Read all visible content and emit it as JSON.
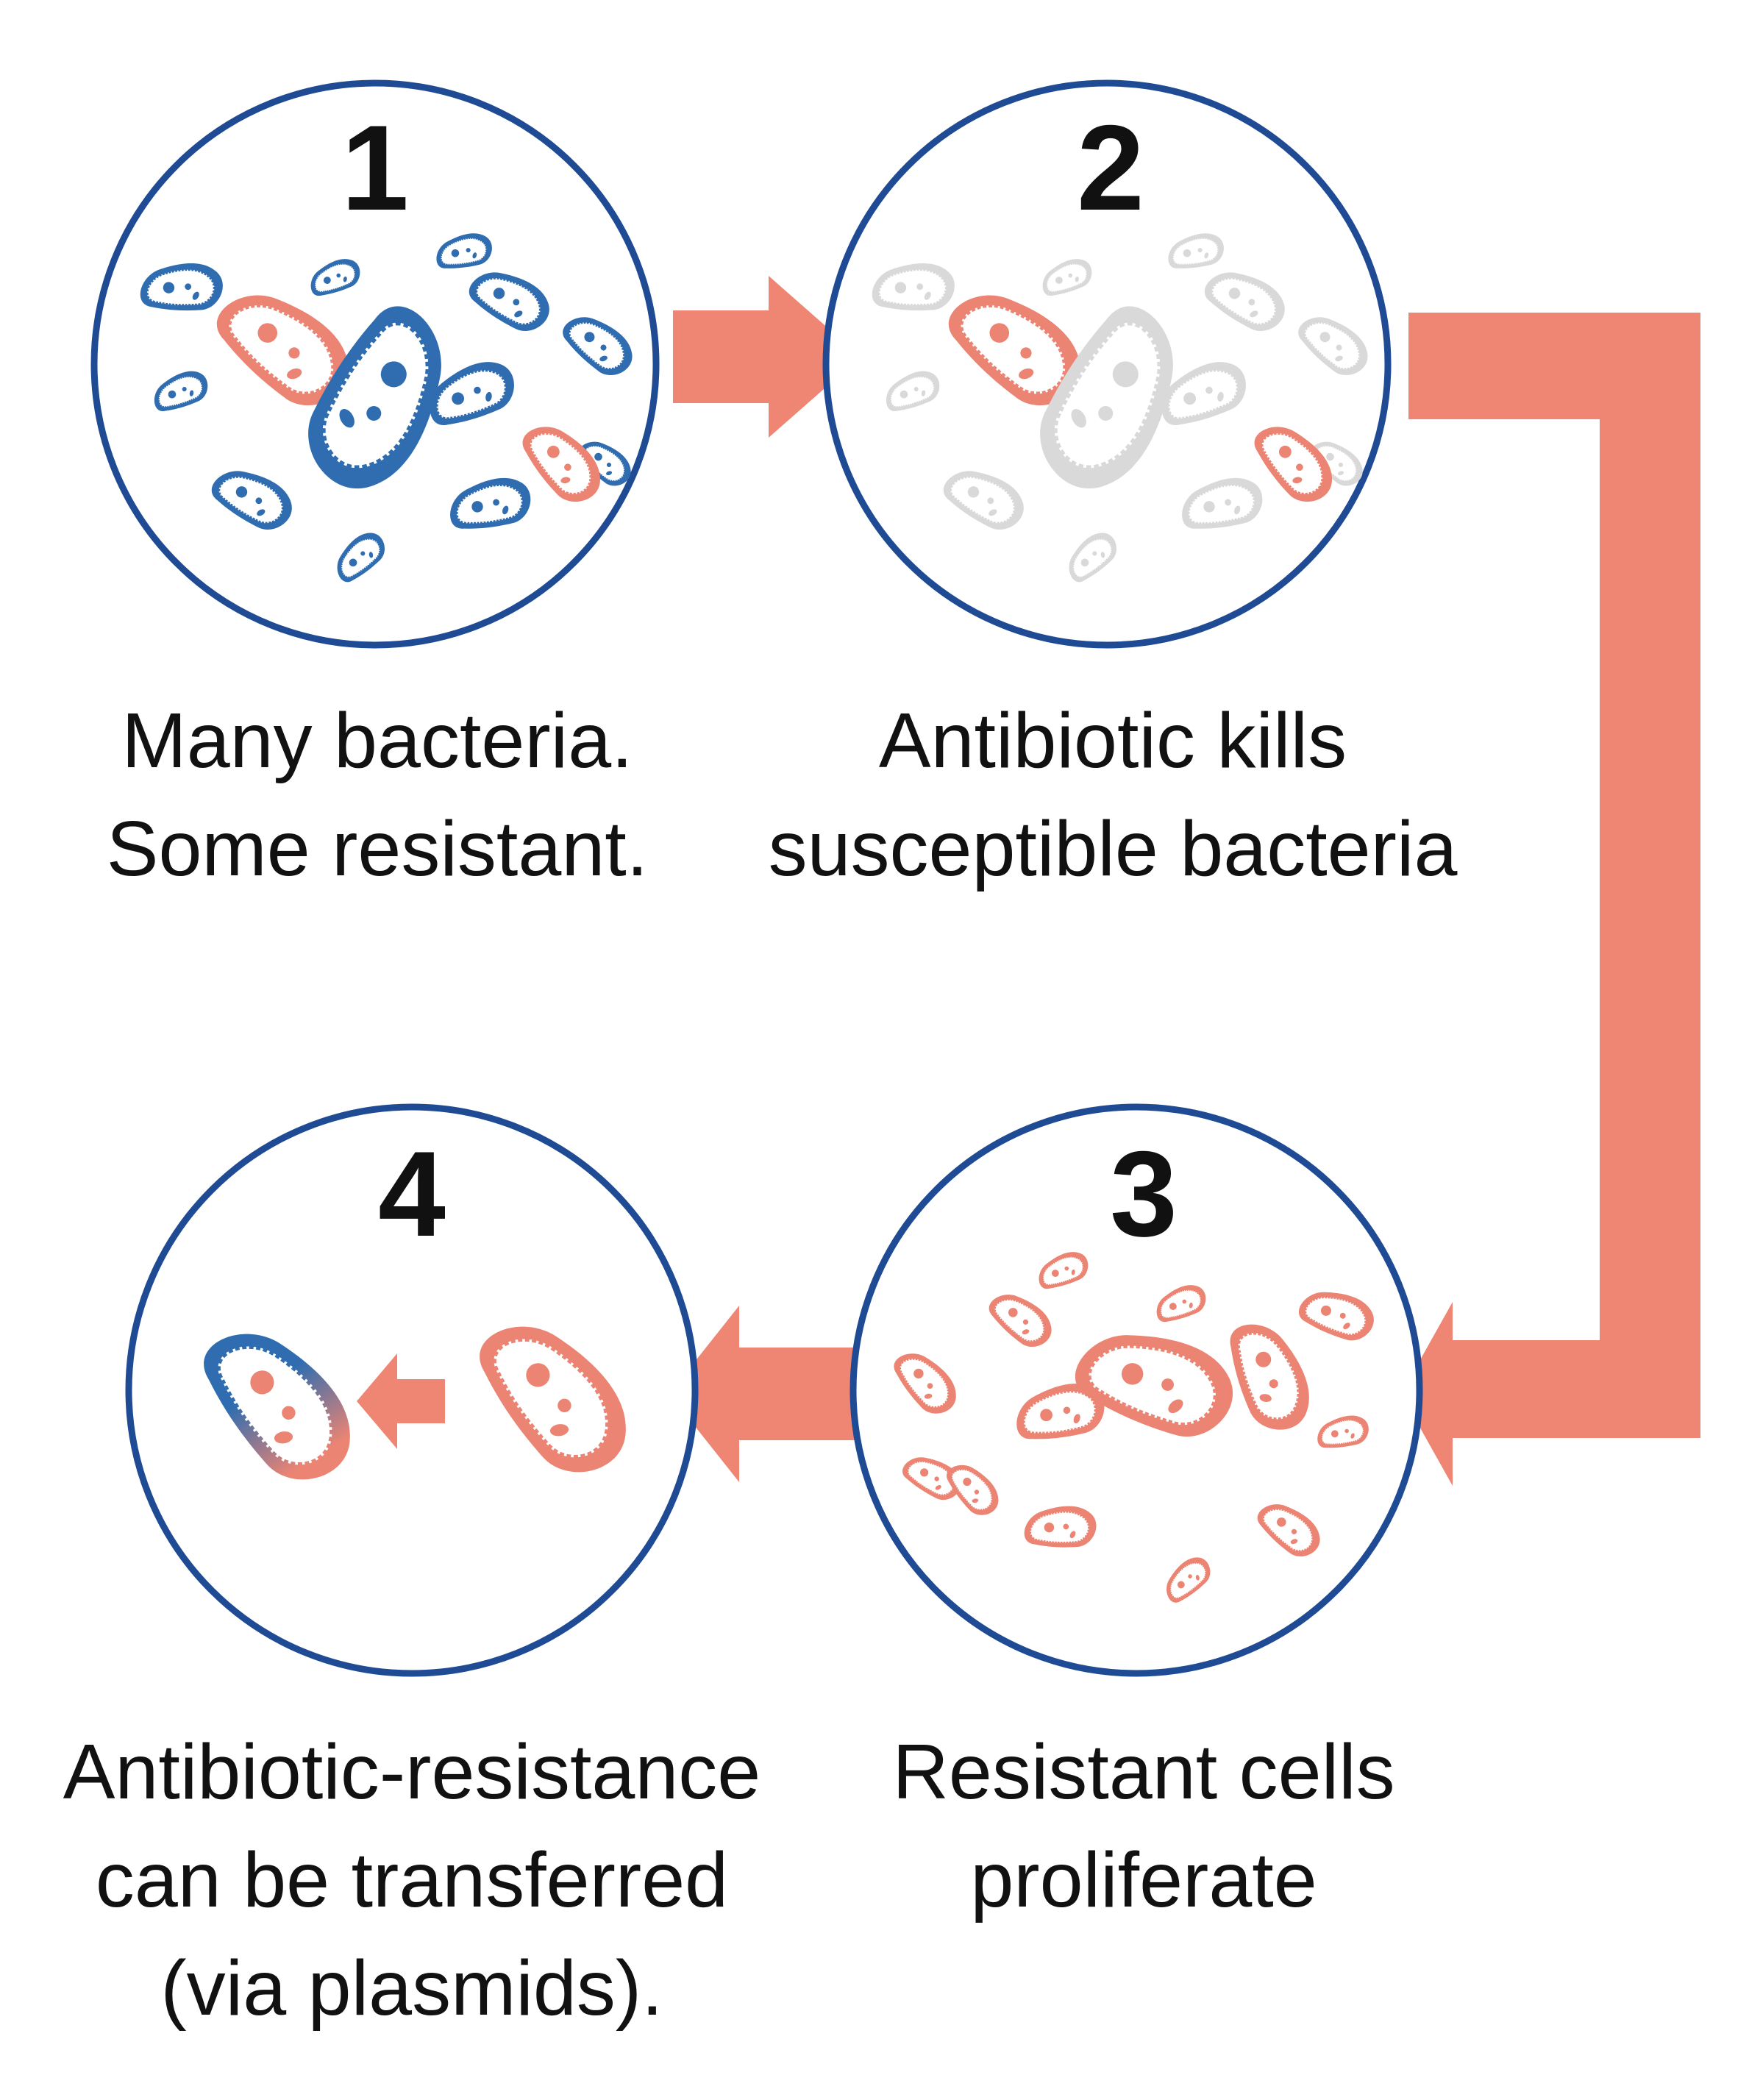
{
  "colors": {
    "ring": "#1f4a94",
    "susceptible": "#2f6db0",
    "resistant": "#ec8473",
    "dead": "#d9d9d9",
    "arrow": "#ef8674",
    "text": "#111111"
  },
  "stages": [
    {
      "number": "1",
      "caption_lines": [
        "Many bacteria.",
        "Some resistant."
      ]
    },
    {
      "number": "2",
      "caption_lines": [
        "Antibiotic kills",
        "susceptible bacteria"
      ]
    },
    {
      "number": "3",
      "caption_lines": [
        "Resistant cells",
        "proliferate"
      ]
    },
    {
      "number": "4",
      "caption_lines": [
        "Antibiotic-resistance",
        "can be transferred",
        "(via plasmids)."
      ]
    }
  ]
}
